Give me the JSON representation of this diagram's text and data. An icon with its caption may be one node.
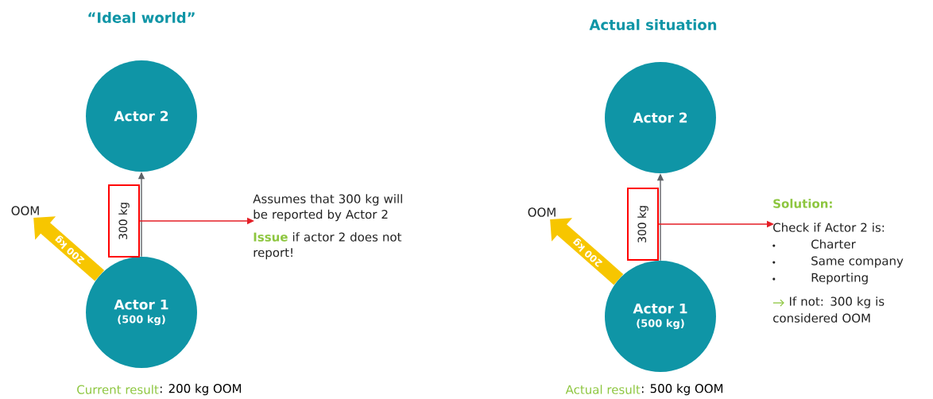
{
  "diagram": {
    "nodes": [
      {
        "text": [
          "Actor 2"
        ]
      },
      {
        "text": [
          "Actor 1",
          "(500 kg)"
        ]
      },
      {
        "text": [
          "300 kg"
        ]
      },
      {
        "text": [
          "OOM"
        ]
      },
      {
        "text": [
          "Assumes that 300 kg will be reported by Actor 2",
          "**Issue** if actor 2 does not report!"
        ]
      },
      {
        "text": [
          "Actor 2"
        ]
      },
      {
        "text": [
          "Actor 1",
          "(500 kg)"
        ]
      },
      {
        "text": [
          "300 kg"
        ]
      },
      {
        "text": [
          "OOM"
        ]
      },
      {
        "text": [
          "Solution:",
          "Check if Actor 2 is:",
          "Charter",
          "Same company",
          "Reporting",
          "If not: 300 kg is considered OOM"
        ]
      }
    ],
    "edges": [
      {
        "from": 1,
        "to": 0,
        "arrow": "to",
        "color": "#5f6368"
      },
      {
        "from": 1,
        "to": 3,
        "arrow": "to",
        "label": "200 kg",
        "style": "thick",
        "color": "#f7c600"
      },
      {
        "from": 2,
        "to": 4,
        "arrow": "to",
        "color": "#e41e26"
      },
      {
        "from": 6,
        "to": 5,
        "arrow": "to",
        "color": "#5f6368"
      },
      {
        "from": 6,
        "to": 8,
        "arrow": "to",
        "label": "200 kg",
        "style": "thick",
        "color": "#f7c600"
      },
      {
        "from": 7,
        "to": 9,
        "arrow": "to",
        "color": "#e41e26"
      }
    ],
    "labels": [
      "“Ideal world”",
      "Actual situation",
      "Current result",
      ": 200 kg OOM",
      "Actual result",
      ": 500 kg OOM"
    ]
  }
}
